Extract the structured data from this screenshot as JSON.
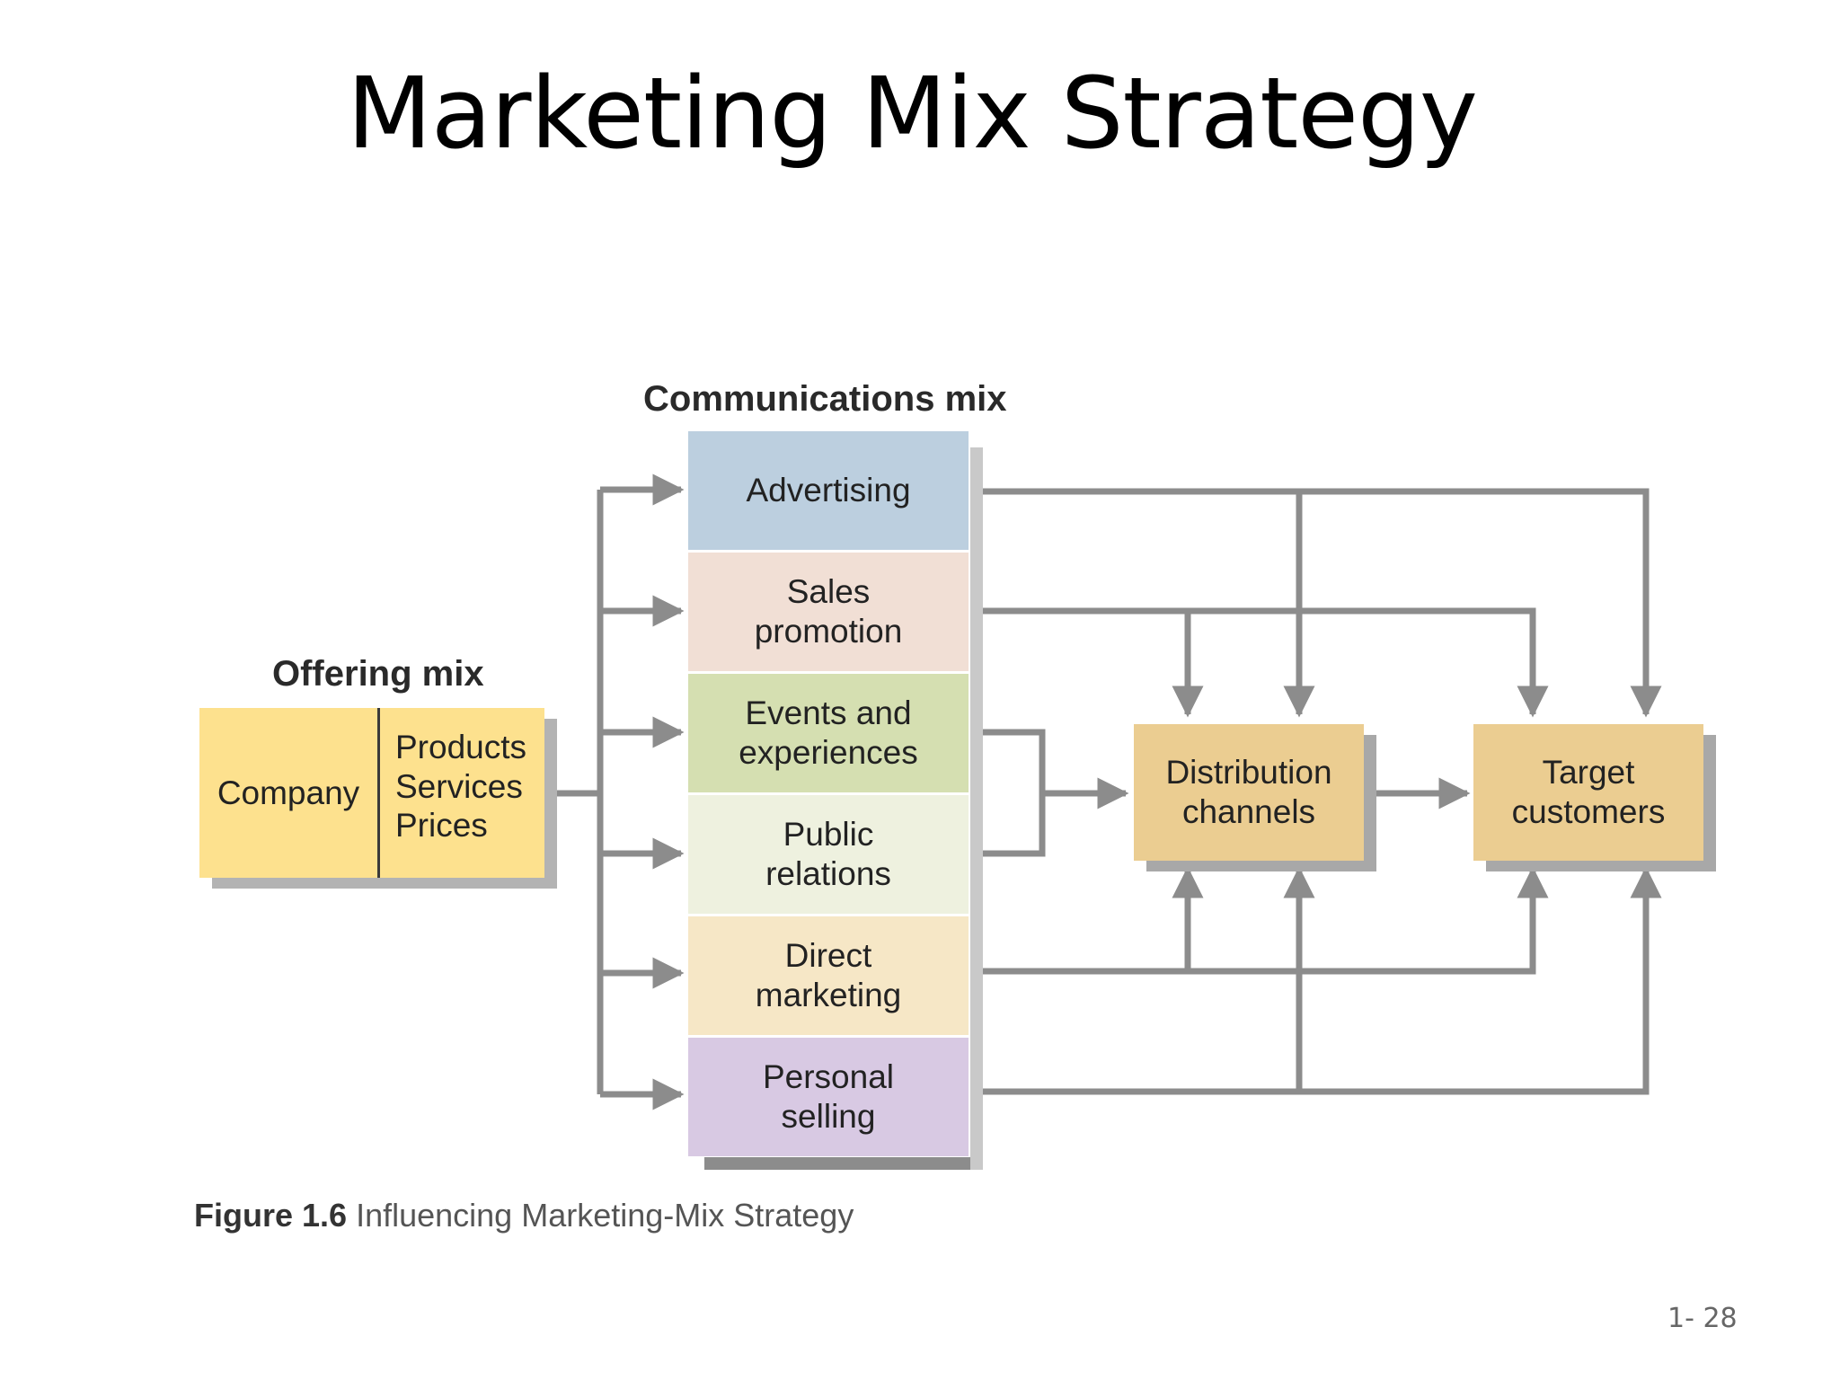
{
  "title": "Marketing Mix Strategy",
  "headings": {
    "communications_mix": "Communications mix",
    "offering_mix": "Offering mix"
  },
  "offering": {
    "company": "Company",
    "items": [
      "Products",
      "Services",
      "Prices"
    ]
  },
  "communications": [
    {
      "label": "Sales\npromotion",
      "color": "#f1dfd5"
    },
    {
      "label": "Advertising",
      "color": "#bccfdf"
    },
    {
      "label": "Events and\nexperiences",
      "color": "#d5dfb1"
    },
    {
      "label": "Public\nrelations",
      "color": "#eef1df"
    },
    {
      "label": "Direct\nmarketing",
      "color": "#f6e7c6"
    },
    {
      "label": "Personal\nselling",
      "color": "#d8c9e3"
    }
  ],
  "distribution": "Distribution\nchannels",
  "target": "Target\ncustomers",
  "caption": {
    "figure": "Figure 1.6",
    "text": "Influencing Marketing-Mix Strategy"
  },
  "page_number": "1- 28",
  "colors": {
    "offering_box": "#fde18e",
    "channel_box": "#ebcd91",
    "line": "#8c8c8c"
  }
}
